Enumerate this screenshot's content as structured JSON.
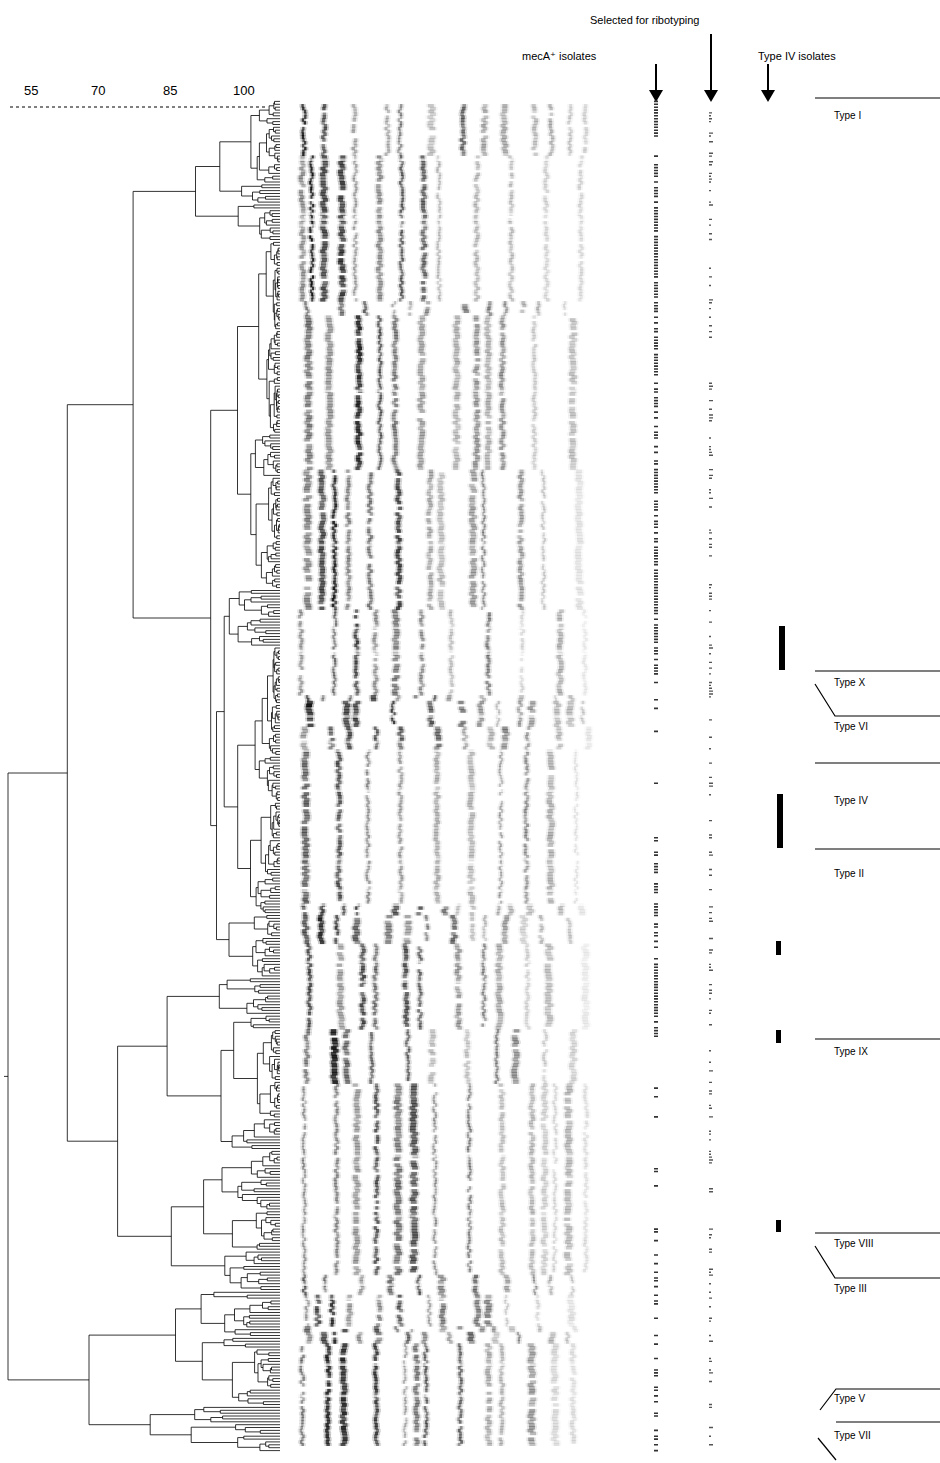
{
  "diagram": {
    "labels": [
      "55",
      "70",
      "85",
      "100",
      "Selected for ribotyping",
      "mecA⁺ isolates",
      "Type IV isolates",
      "Type I",
      "Type X",
      "Type VI",
      "Type IV",
      "Type II",
      "Type IX",
      "Type VIII",
      "Type III",
      "Type V",
      "Type VII"
    ]
  }
}
